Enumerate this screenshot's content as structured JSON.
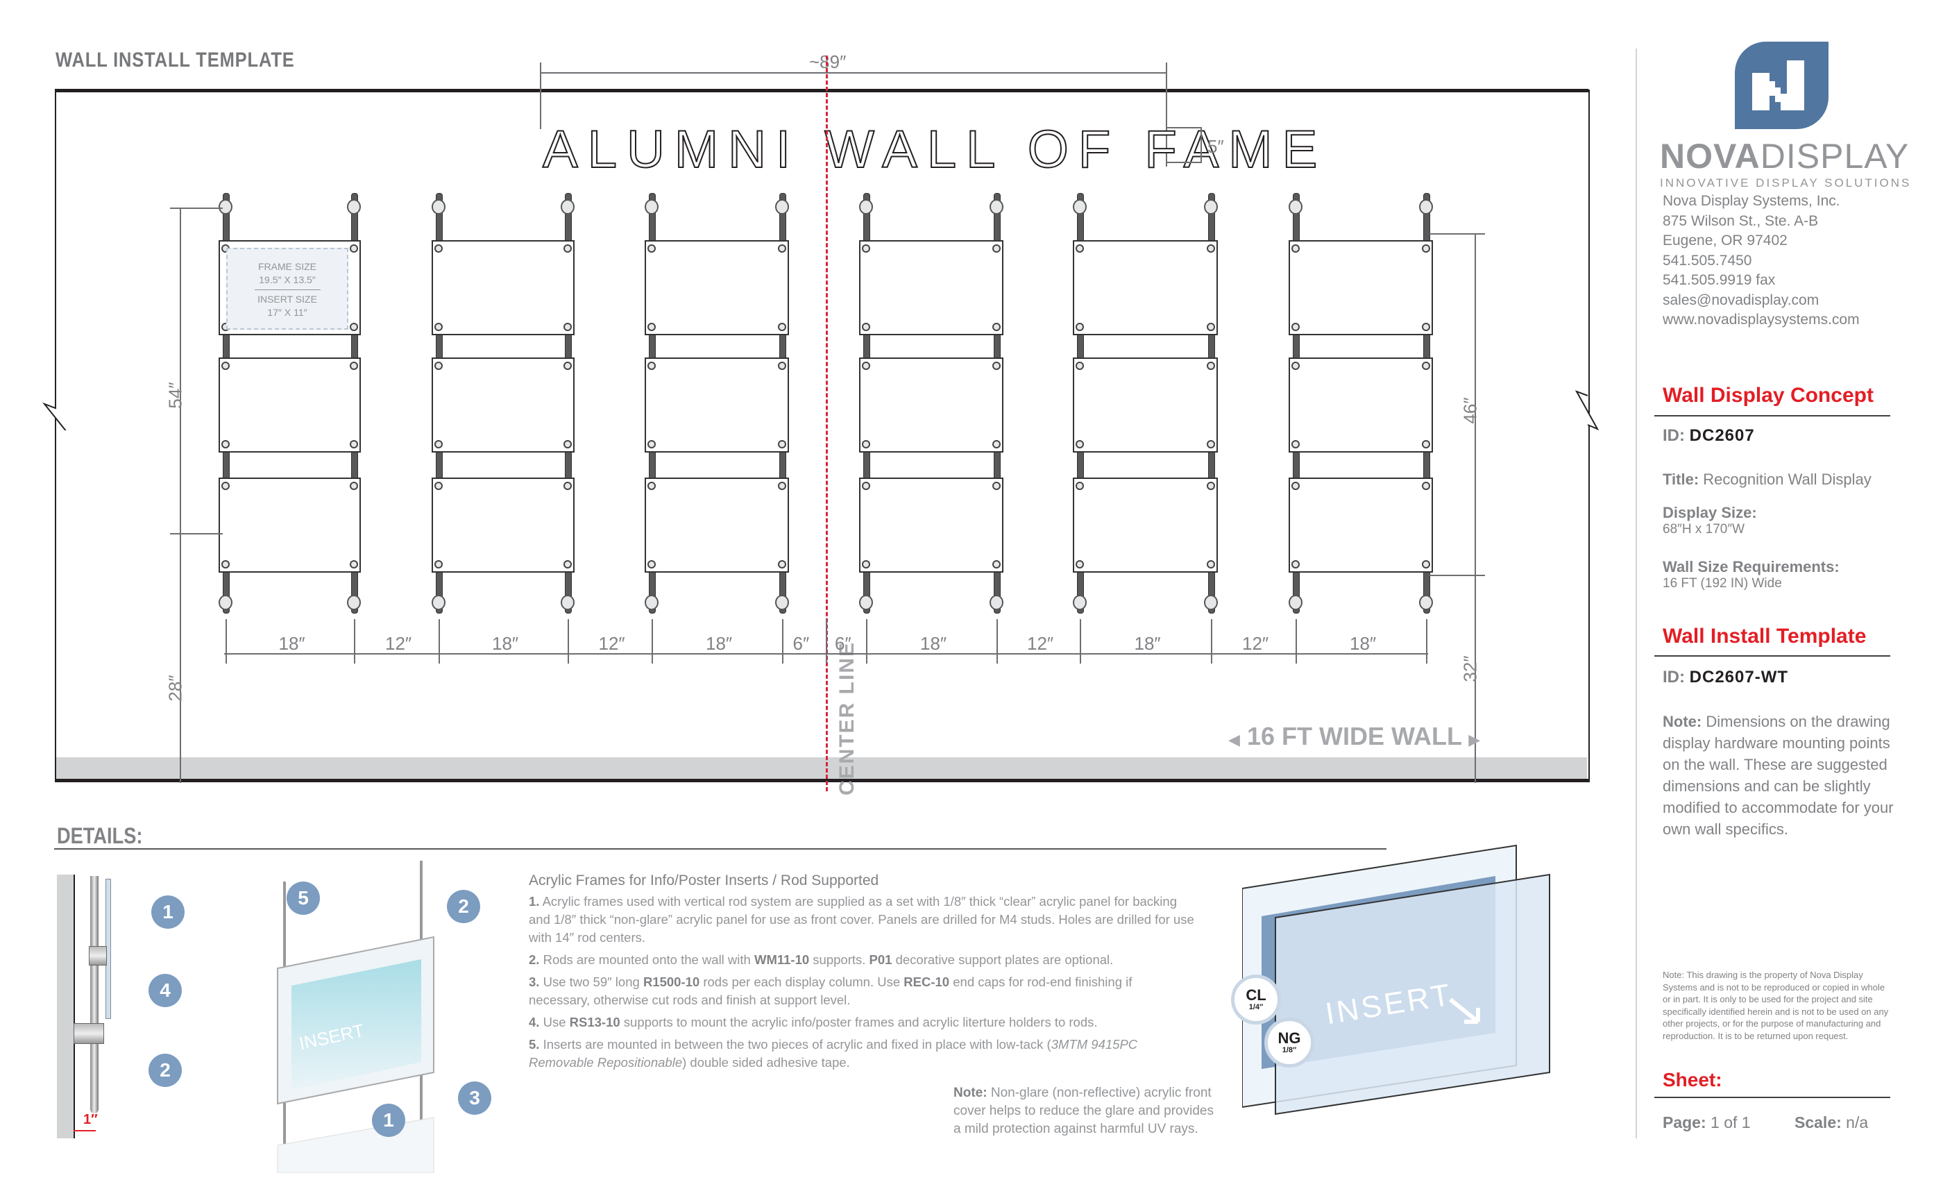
{
  "header": {
    "section_title": "WALL INSTALL TEMPLATE"
  },
  "drawing": {
    "sign_text": "ALUMNI WALL OF FAME",
    "sign_width_dim": "~89″",
    "sign_height_dim": "5″",
    "frame_label": {
      "frame_size_title": "FRAME SIZE",
      "frame_size_value": "19.5″ X 13.5″",
      "insert_size_title": "INSERT SIZE",
      "insert_size_value": "17″ X 11″"
    },
    "left_height_dim": "54″",
    "left_floor_dim": "28″",
    "right_height_dim": "46″",
    "right_floor_dim": "32″",
    "horizontal_dims": [
      "18″",
      "12″",
      "18″",
      "12″",
      "18″",
      "6″",
      "6″",
      "18″",
      "12″",
      "18″",
      "12″",
      "18″"
    ],
    "center_line_label": "CENTER LINE",
    "wall_width_label": "16 FT WIDE WALL",
    "columns": 6,
    "frames_per_column": 3
  },
  "company": {
    "brand_bold": "NOVA",
    "brand_light": "DISPLAY",
    "tagline": "INNOVATIVE DISPLAY SOLUTIONS",
    "address_lines": [
      "Nova Display Systems, Inc.",
      "875 Wilson St., Ste. A-B",
      "Eugene, OR 97402",
      "541.505.7450",
      "541.505.9919 fax",
      "sales@novadisplay.com",
      "www.novadisplaysystems.com"
    ],
    "brand_color": "#5176a0"
  },
  "concept": {
    "heading": "Wall Display Concept",
    "id_label": "ID:",
    "id_value": "DC2607",
    "title_label": "Title:",
    "title_value": "Recognition Wall Display",
    "display_size_label": "Display Size:",
    "display_size_value": "68″H x 170″W",
    "wall_req_label": "Wall Size Requirements:",
    "wall_req_value": "16 FT (192 IN) Wide"
  },
  "template": {
    "heading": "Wall Install Template",
    "id_label": "ID:",
    "id_value": "DC2607-WT",
    "note_label": "Note:",
    "note_text": "Dimensions on the drawing display hardware mounting points on the wall. These are suggested dimensions and can be slightly modified to accommodate for your own wall specifics."
  },
  "legal_note": "Note: This drawing is the property of Nova Display Systems and is not to be reproduced or copied in whole or in part. It is only to be used for the project and site specifically identified herein and is not to be used on any other projects, or for the purpose of manufacturing and reproduction. It is to be returned upon request.",
  "sheet": {
    "heading": "Sheet:",
    "page_label": "Page:",
    "page_value": "1 of 1",
    "scale_label": "Scale:",
    "scale_value": "n/a"
  },
  "details": {
    "title": "DETAILS:",
    "instructions_heading": "Acrylic Frames for Info/Poster Inserts / Rod Supported",
    "items": [
      {
        "num": "1.",
        "text": "Acrylic frames used with vertical rod system are supplied as a set with 1/8″ thick “clear” acrylic panel for backing and 1/8″ thick “non-glare” acrylic panel for use as front cover. Panels are drilled for M4 studs. Holes are drilled for use with 14″ rod centers."
      },
      {
        "num": "2.",
        "pre": "Rods are mounted onto the wall with ",
        "b1": "WM11-10",
        "mid": " supports. ",
        "b2": "P01",
        "post": " decorative support plates are optional."
      },
      {
        "num": "3.",
        "pre": "Use two 59″ long ",
        "b1": "R1500-10",
        "mid": " rods per each display column. Use ",
        "b2": "REC-10",
        "post": " end caps for rod-end finishing if necessary, otherwise cut rods and finish at support level."
      },
      {
        "num": "4.",
        "pre": "Use ",
        "b1": "RS13-10",
        "post": " supports to mount the acrylic info/poster frames and acrylic literture holders to rods."
      },
      {
        "num": "5.",
        "pre": "Inserts are mounted in between the two pieces of acrylic and fixed in place with low-tack (",
        "i1": "3MTM 9415PC Removable Repositionable",
        "post": ") double sided adhesive tape."
      }
    ],
    "uv_note_label": "Note:",
    "uv_note_text": "Non-glare (non-reflective) acrylic front cover helps to reduce the glare and provides a mild protection against harmful UV rays.",
    "side_view_callouts": [
      "1",
      "4",
      "2"
    ],
    "side_view_offset": "1″",
    "perspective_callouts": [
      "5",
      "2",
      "3",
      "1"
    ],
    "insert_label": "INSERT",
    "exploded_insert_label": "INSERT",
    "badges": [
      {
        "code": "CL",
        "thickness": "1/4″"
      },
      {
        "code": "NG",
        "thickness": "1/8″"
      }
    ],
    "callout_color": "#7c9cc0"
  }
}
